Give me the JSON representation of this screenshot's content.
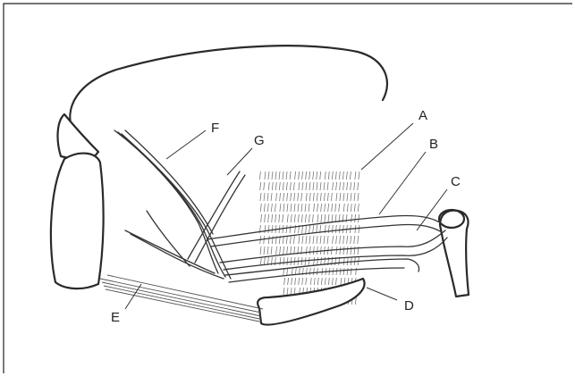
{
  "labels": {
    "a": "A",
    "b": "B",
    "c": "C",
    "d": "D",
    "e": "E",
    "f": "F",
    "g": "G"
  },
  "colors": {
    "ink": "#2a2a2a",
    "background": "#ffffff",
    "hatching": "#777777"
  }
}
